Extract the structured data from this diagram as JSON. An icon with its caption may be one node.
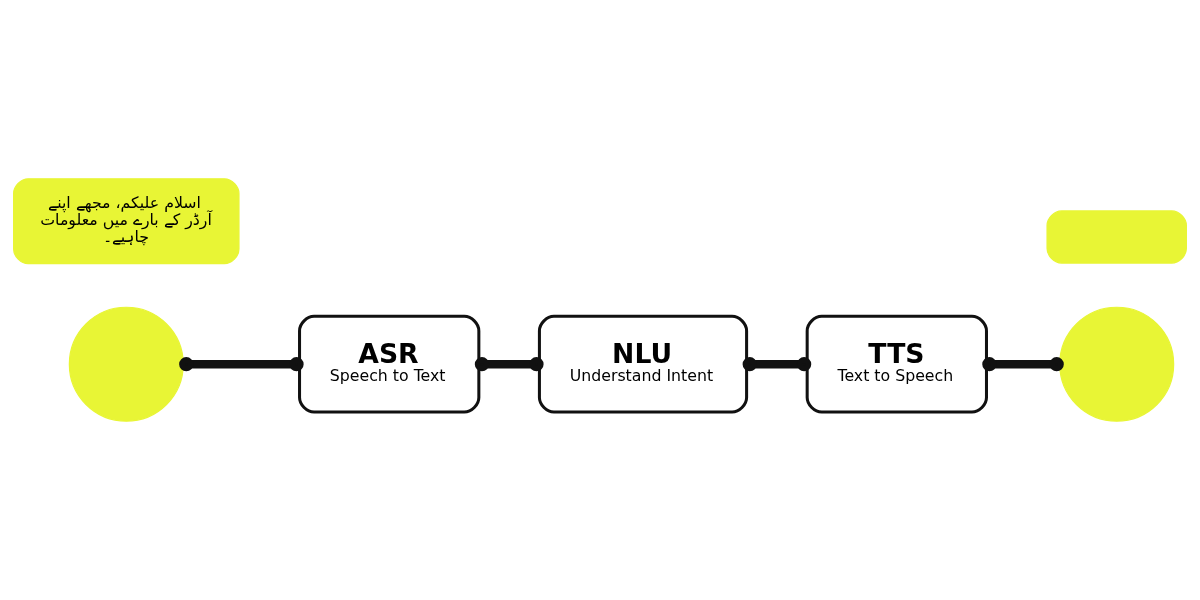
{
  "diagram": {
    "nodes": [
      {
        "text": [
          "اسلام علیکم، مجھے اپنے آرڈر کے بارے میں معلومات چاہیے۔"
        ]
      },
      {
        "text": [],
        "shape": "circle"
      },
      {
        "text": [
          "ASR",
          "Speech to Text"
        ]
      },
      {
        "text": [
          "NLU",
          "Understand Intent"
        ]
      },
      {
        "text": [
          "TTS",
          "Text to Speech"
        ]
      },
      {
        "text": [],
        "shape": "box"
      },
      {
        "text": [],
        "shape": "circle"
      }
    ],
    "edges": [
      {
        "from": 1,
        "to": 2,
        "arrow": "other"
      },
      {
        "from": 2,
        "to": 3,
        "arrow": "other"
      },
      {
        "from": 3,
        "to": 4,
        "arrow": "other"
      },
      {
        "from": 4,
        "to": 6,
        "arrow": "other"
      }
    ]
  }
}
